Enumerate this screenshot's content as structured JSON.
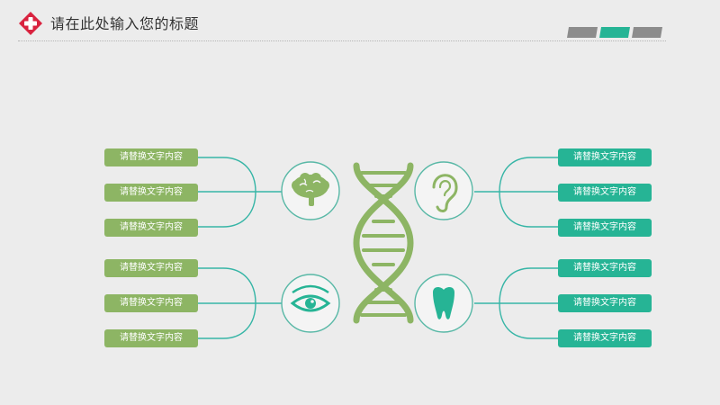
{
  "header": {
    "title": "请在此处输入您的标题"
  },
  "colors": {
    "olive": "#8db564",
    "teal": "#26b495",
    "gray": "#8c8c8c",
    "logo_red": "#d9233f"
  },
  "icons": [
    "brain-icon",
    "ear-icon",
    "eye-icon",
    "tooth-icon",
    "dna-helix"
  ],
  "left_top": [
    "请替换文字内容",
    "请替换文字内容",
    "请替换文字内容"
  ],
  "left_bottom": [
    "请替换文字内容",
    "请替换文字内容",
    "请替换文字内容"
  ],
  "right_top": [
    "请替换文字内容",
    "请替换文字内容",
    "请替换文字内容"
  ],
  "right_bottom": [
    "请替换文字内容",
    "请替换文字内容",
    "请替换文字内容"
  ]
}
